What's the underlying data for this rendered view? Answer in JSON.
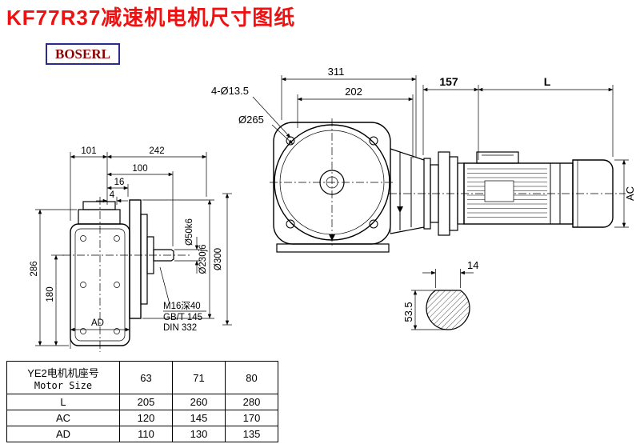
{
  "title": "KF77R37减速机电机尺寸图纸",
  "logo": "BOSERL",
  "colors": {
    "title_color": "#ee1111",
    "logo_text_color": "#8b0000",
    "logo_border_color": "#2b2b8f",
    "line_color": "#000000",
    "bg_color": "#ffffff"
  },
  "dims": {
    "n101": "101",
    "n242": "242",
    "n100": "100",
    "n16": "16",
    "n4": "4",
    "n286": "286",
    "n180": "180",
    "nAD": "AD",
    "d50": "Ø50k6",
    "d230": "Ø230j6",
    "d300": "Ø300",
    "m16": "M16深40",
    "gbt": "GB/T 145",
    "din": "DIN 332",
    "n311": "311",
    "n202": "202",
    "holes": "4-Ø13.5",
    "d265": "Ø265",
    "n157": "157",
    "L": "L",
    "AC": "AC",
    "n14": "14",
    "n535": "53.5"
  },
  "table": {
    "header_cn": "YE2电机机座号",
    "header_en": "Motor Size",
    "sizes": [
      "63",
      "71",
      "80"
    ],
    "rows": [
      {
        "label": "L",
        "values": [
          "205",
          "260",
          "280"
        ]
      },
      {
        "label": "AC",
        "values": [
          "120",
          "145",
          "170"
        ]
      },
      {
        "label": "AD",
        "values": [
          "110",
          "130",
          "135"
        ]
      }
    ]
  }
}
